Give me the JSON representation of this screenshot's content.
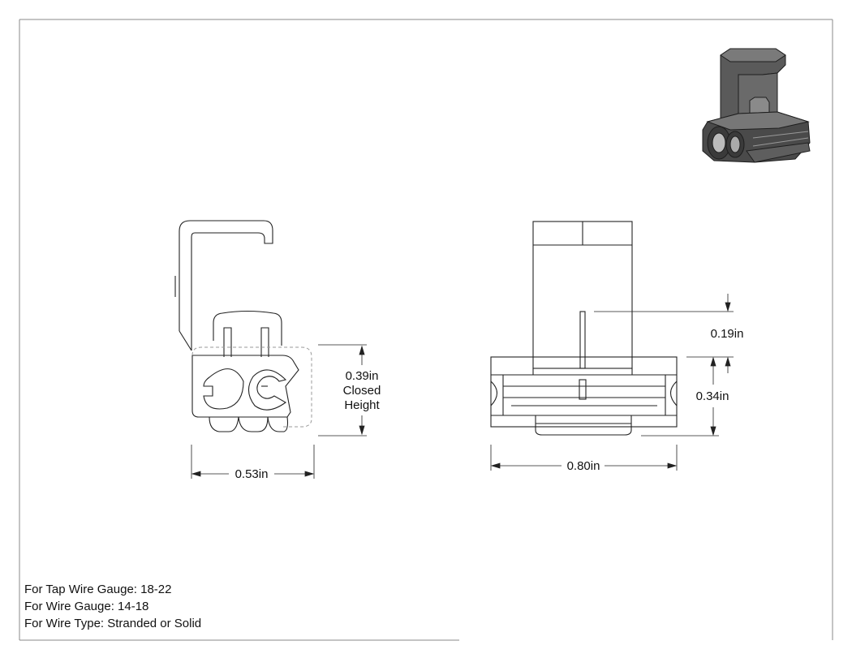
{
  "dimensions": {
    "closed_height": "0.39in",
    "closed_label_1": "Closed",
    "closed_label_2": "Height",
    "width_side": "0.53in",
    "width_front": "0.80in",
    "tab_height": "0.19in",
    "body_height": "0.34in"
  },
  "notes": [
    "For Tap Wire Gauge: 18-22",
    "For Wire Gauge: 14-18",
    "For Wire Type: Stranded or Solid"
  ],
  "colors": {
    "line": "#222222",
    "dashed": "#9a9a9a",
    "render_body": "#4a4a4a"
  },
  "icons": {
    "iso_render": "connector-3d-icon"
  }
}
